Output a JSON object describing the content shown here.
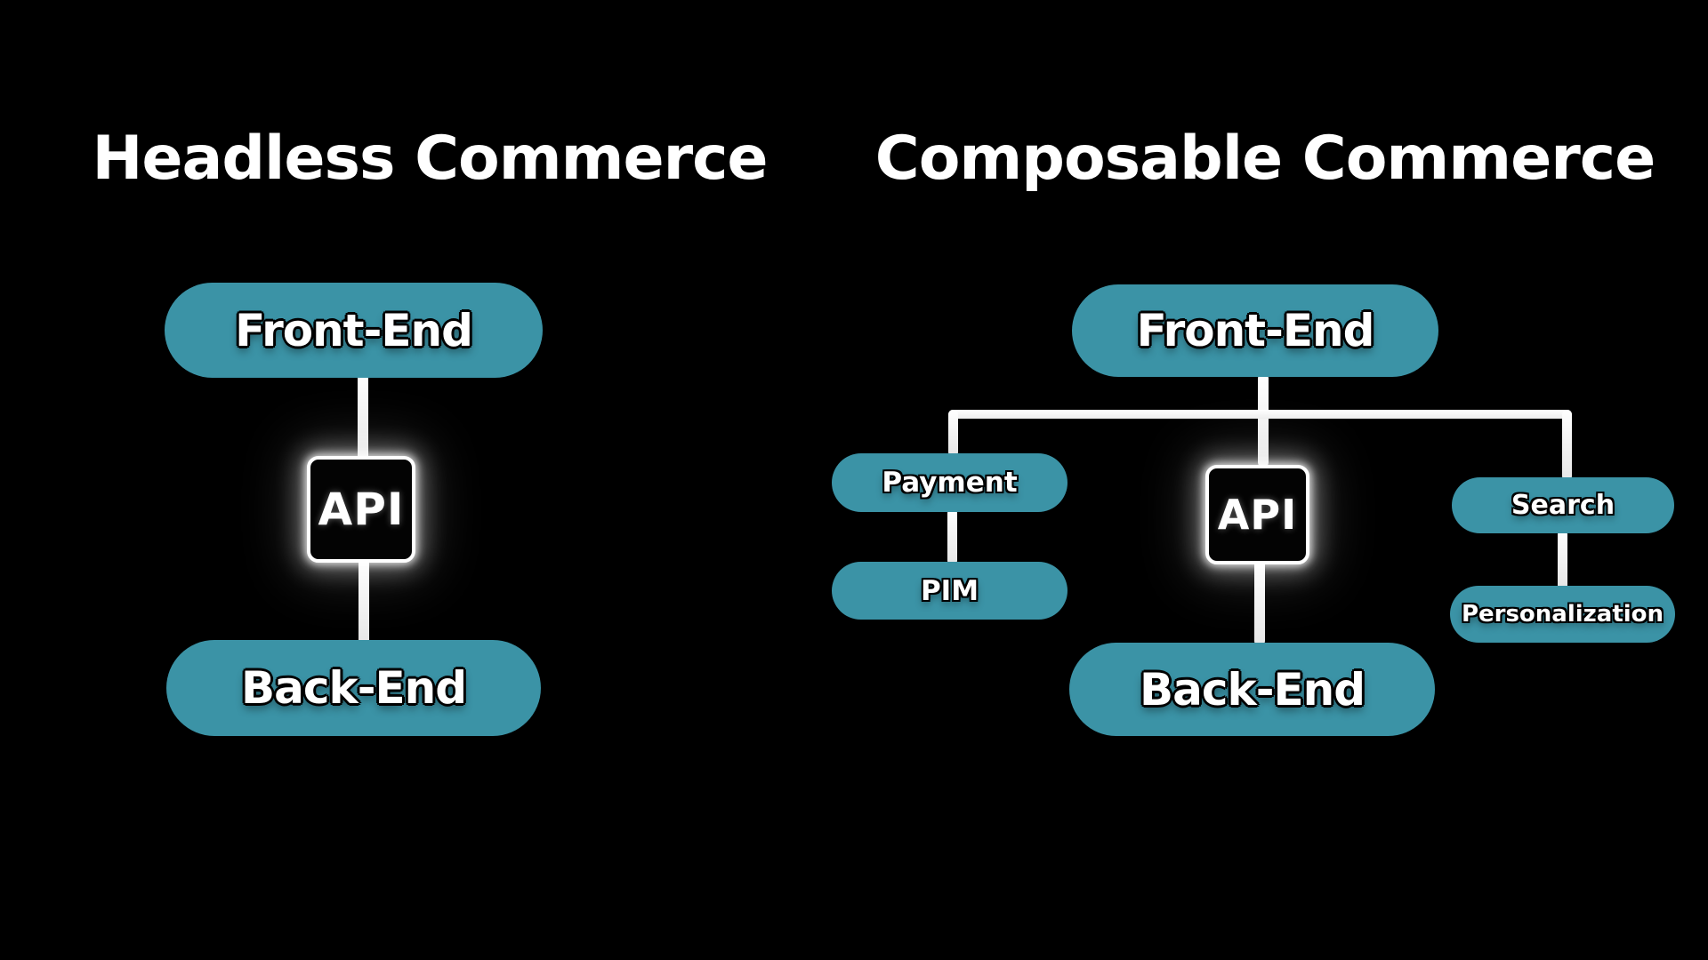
{
  "background": "#000000",
  "palette": {
    "pill_fill": "#3B93A6",
    "connector": "#F4F4F4",
    "label_text": "#FFFFFF",
    "label_outline": "#000000",
    "api_box_fill": "#030303",
    "api_box_border": "#FFFFFF"
  },
  "left_diagram": {
    "title": "Headless Commerce",
    "nodes": {
      "front_end": "Front-End",
      "api": "API",
      "back_end": "Back-End"
    }
  },
  "right_diagram": {
    "title": "Composable Commerce",
    "nodes": {
      "front_end": "Front-End",
      "api": "API",
      "back_end": "Back-End",
      "payment": "Payment",
      "pim": "PIM",
      "search": "Search",
      "personalization": "Personalization"
    }
  }
}
